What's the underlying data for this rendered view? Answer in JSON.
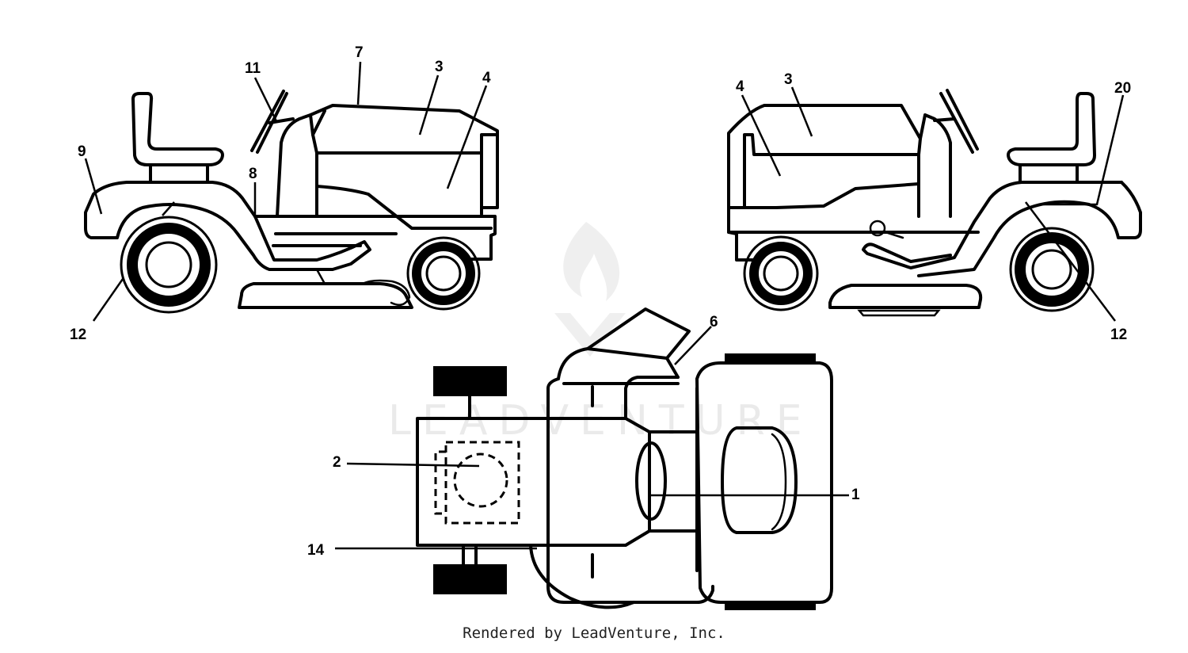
{
  "callouts": {
    "c1": "1",
    "c2": "2",
    "c3_left": "3",
    "c3_right": "3",
    "c4_left": "4",
    "c4_right": "4",
    "c6": "6",
    "c7": "7",
    "c8": "8",
    "c9": "9",
    "c11": "11",
    "c12_left": "12",
    "c12_right": "12",
    "c14": "14",
    "c20": "20"
  },
  "watermark": {
    "text": "LEADVENTURE"
  },
  "footer": {
    "credit": "Rendered by LeadVenture, Inc."
  }
}
